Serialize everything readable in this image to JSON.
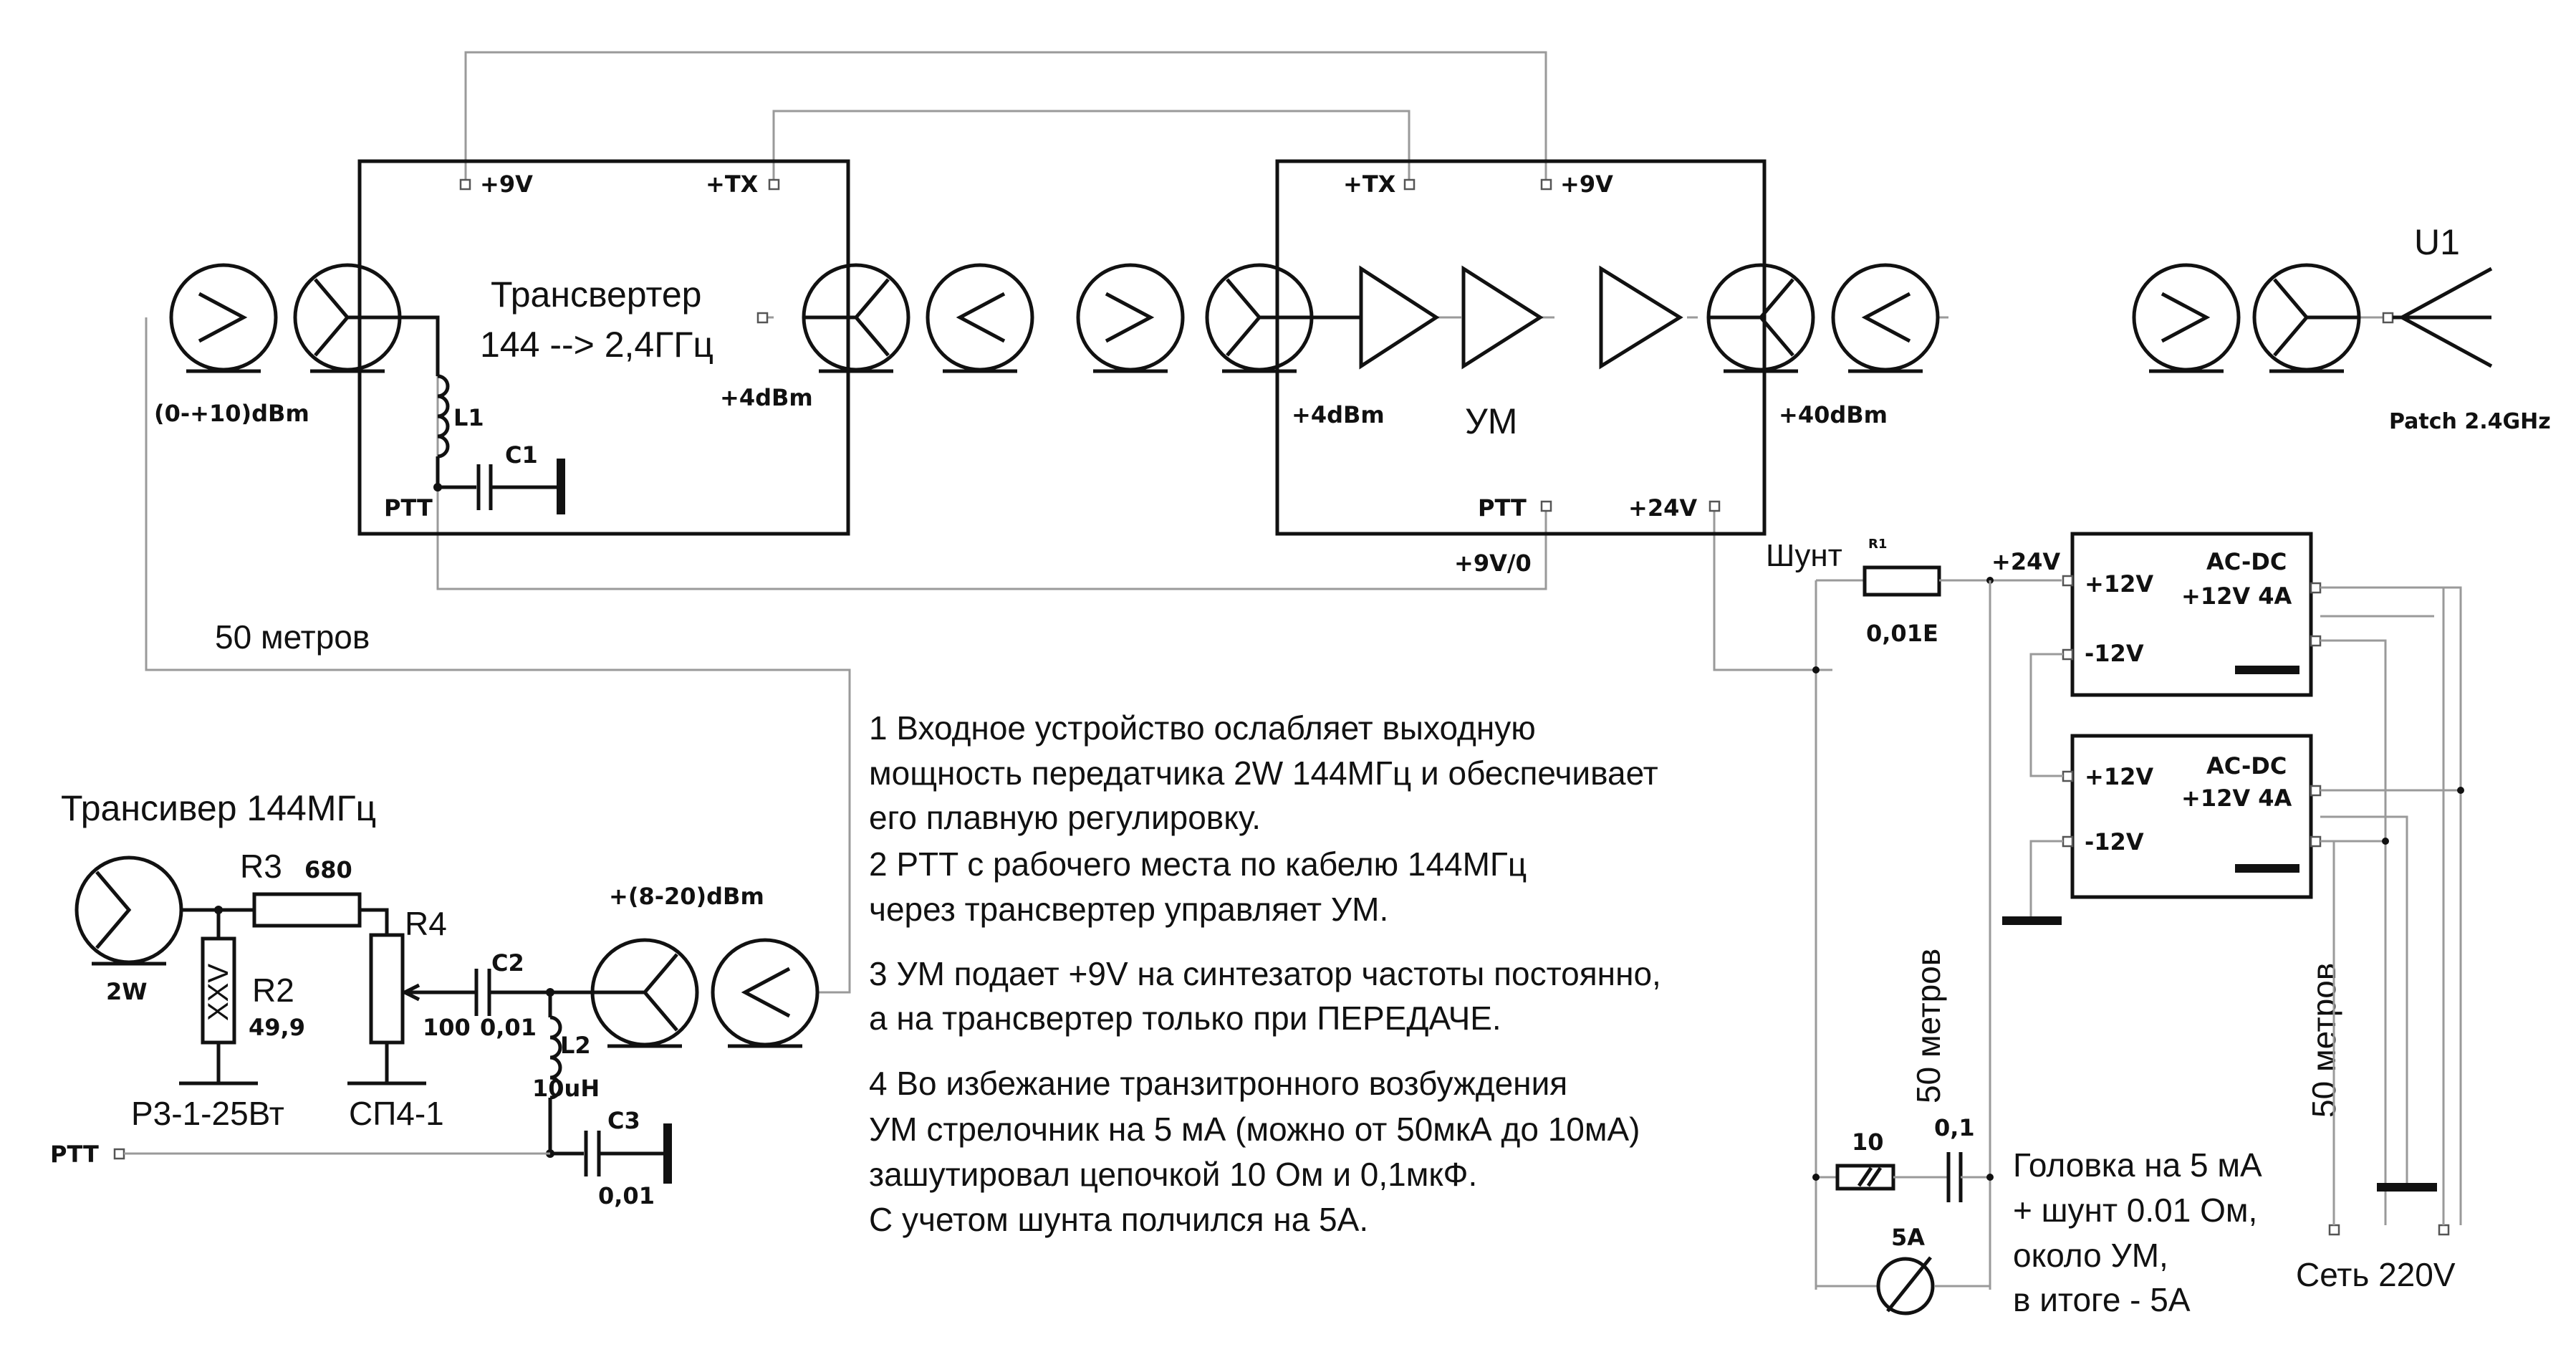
{
  "transverter": {
    "title_line1": "Трансвертер",
    "title_line2": "144 --> 2,4ГГц",
    "pin_9v": "+9V",
    "pin_tx": "+TX",
    "in_level": "(0-+10)dBm",
    "out_level": "+4dBm",
    "l1": "L1",
    "c1": "C1",
    "ptt": "PTT"
  },
  "amplifier": {
    "title": "УМ",
    "pin_tx": "+TX",
    "pin_9v": "+9V",
    "in_level": "+4dBm",
    "out_level": "+40dBm",
    "ptt": "PTT",
    "pin_24v": "+24V",
    "pin_9v0": "+9V/0"
  },
  "antenna": {
    "ref": "U1",
    "label": "Patch 2.4GHz"
  },
  "cable": {
    "upper": "50 метров",
    "middle": "50 метров",
    "right": "50 метров"
  },
  "input_unit": {
    "title": "Трансивер 144МГц",
    "power": "2W",
    "r3": "R3",
    "r3_val": "680",
    "r2": "R2",
    "r2_val": "49,9",
    "r2_type": "Р3-1-25Вт",
    "r2_mark": "XXV",
    "r4": "R4",
    "r4_type": "СП4-1",
    "c2": "C2",
    "c2_val1": "100",
    "c2_val2": "0,01",
    "l2": "L2",
    "l2_val": "10uH",
    "c3": "C3",
    "c3_val": "0,01",
    "ptt": "PTT",
    "out_level": "+(8-20)dBm"
  },
  "power": {
    "shunt": "Шунт",
    "r1": "R1",
    "r1_val": "0,01E",
    "v24": "+24V",
    "psu1_title": "AC-DC",
    "psu1_rating": "+12V 4A",
    "psu1_plus": "+12V",
    "psu1_minus": "-12V",
    "psu2_title": "AC-DC",
    "psu2_rating": "+12V 4A",
    "psu2_plus": "+12V",
    "psu2_minus": "-12V",
    "res10": "10",
    "cap": "0,1",
    "meter": "5A",
    "mains": "Сеть 220V"
  },
  "notes": [
    "1 Входное устройство ослабляет выходную",
    "мощность передатчика 2W 144МГц и обеспечивает",
    "его плавную регулировку.",
    "2 PTT с рабочего места по кабелю 144МГц",
    "через трансвертер управляет УМ.",
    "3 УМ подает +9V на синтезатор частоты постоянно,",
    "а на трансвертер только при ПЕРЕДАЧЕ.",
    "4 Во избежание транзитронного возбуждения",
    " УМ стрелочник на 5 мА (можно от 50мкА до 10мА)",
    "зашутировал цепочкой 10 Ом  и 0,1мкФ.",
    "С учетом шунта полчился на 5А."
  ],
  "meter_note": [
    "Головка на 5 мА",
    "+ шунт 0.01 Ом,",
    "около УМ,",
    "в итоге - 5А"
  ]
}
